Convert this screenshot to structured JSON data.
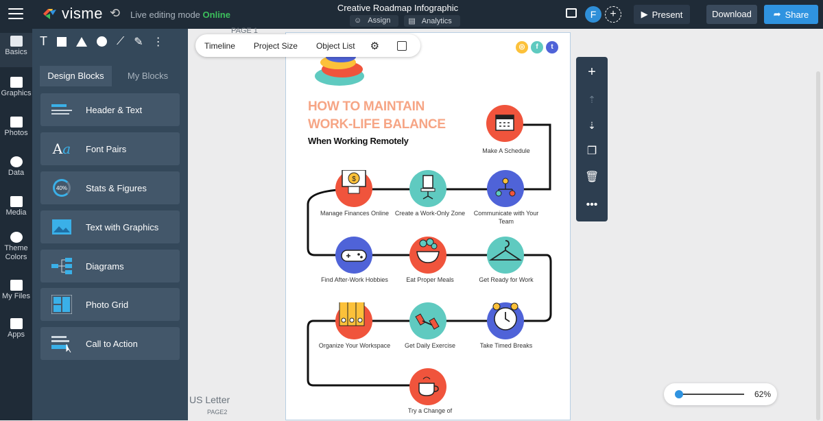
{
  "app": {
    "logo": "visme",
    "mode_label": "Live editing mode",
    "mode_status": "Online",
    "doc_title": "Creative Roadmap Infographic",
    "assign_label": "Assign",
    "analytics_label": "Analytics",
    "avatar_initial": "F",
    "present_label": "Present",
    "download_label": "Download",
    "share_label": "Share"
  },
  "rail": {
    "items": [
      {
        "label": "Basics"
      },
      {
        "label": "Graphics"
      },
      {
        "label": "Photos"
      },
      {
        "label": "Data"
      },
      {
        "label": "Media"
      },
      {
        "label": "Theme Colors"
      },
      {
        "label": "My Files"
      },
      {
        "label": "Apps"
      }
    ]
  },
  "panel": {
    "tabs": [
      "Design Blocks",
      "My Blocks"
    ],
    "blocks": [
      "Header & Text",
      "Font Pairs",
      "Stats & Figures",
      "Text with Graphics",
      "Diagrams",
      "Photo Grid",
      "Call to Action"
    ],
    "stats_badge": "40%"
  },
  "ctx": {
    "timeline": "Timeline",
    "project_size": "Project Size",
    "object_list": "Object List"
  },
  "canvas": {
    "page1_label": "PAGE 1",
    "us_letter": "US Letter",
    "page2_label": "PAGE2"
  },
  "infographic": {
    "title_line1": "HOW TO MAINTAIN",
    "title_line2": "WORK-LIFE BALANCE",
    "subtitle": "When Working Remotely",
    "steps": [
      "Make A Schedule",
      "Communicate with Your Team",
      "Create a Work-Only Zone",
      "Manage Finances Online",
      "Find After-Work Hobbies",
      "Eat Proper Meals",
      "Get Ready for Work",
      "Take Timed Breaks",
      "Get Daily Exercise",
      "Organize Your Workspace",
      "Try a Change of"
    ]
  },
  "zoom": {
    "value": "62%",
    "level": 0.62
  },
  "colors": {
    "accent": "#2f93e0",
    "online": "#3cc05c",
    "red": "#f0543c",
    "teal": "#5fcac0",
    "blue": "#4f63d8",
    "title": "#f6a585"
  }
}
